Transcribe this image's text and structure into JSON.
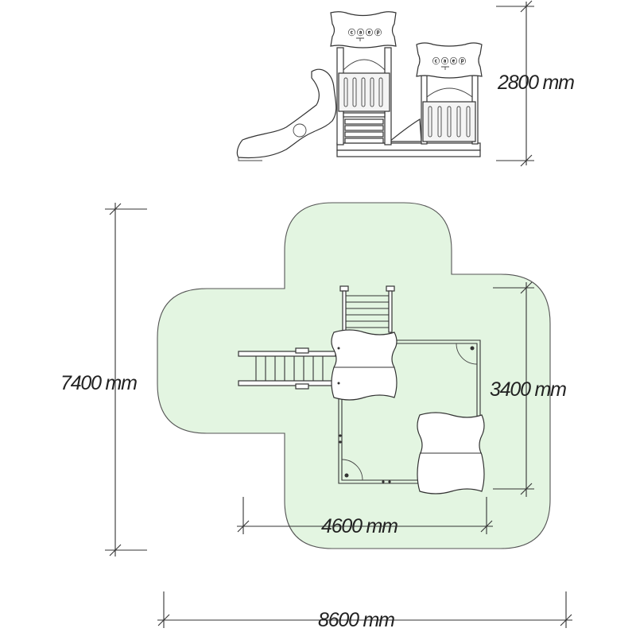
{
  "dimensions": {
    "height": "2800 mm",
    "depth": "7400 mm",
    "inner_depth": "3400 mm",
    "inner_width": "4600 mm",
    "width": "8600 mm"
  },
  "logos": {
    "tower_1": "ⓒⓐⓔⓟ",
    "tower_2": "ⓒⓐⓔⓟ"
  },
  "colors": {
    "safety_zone": "#e3f5e1",
    "outline": "#333333"
  }
}
